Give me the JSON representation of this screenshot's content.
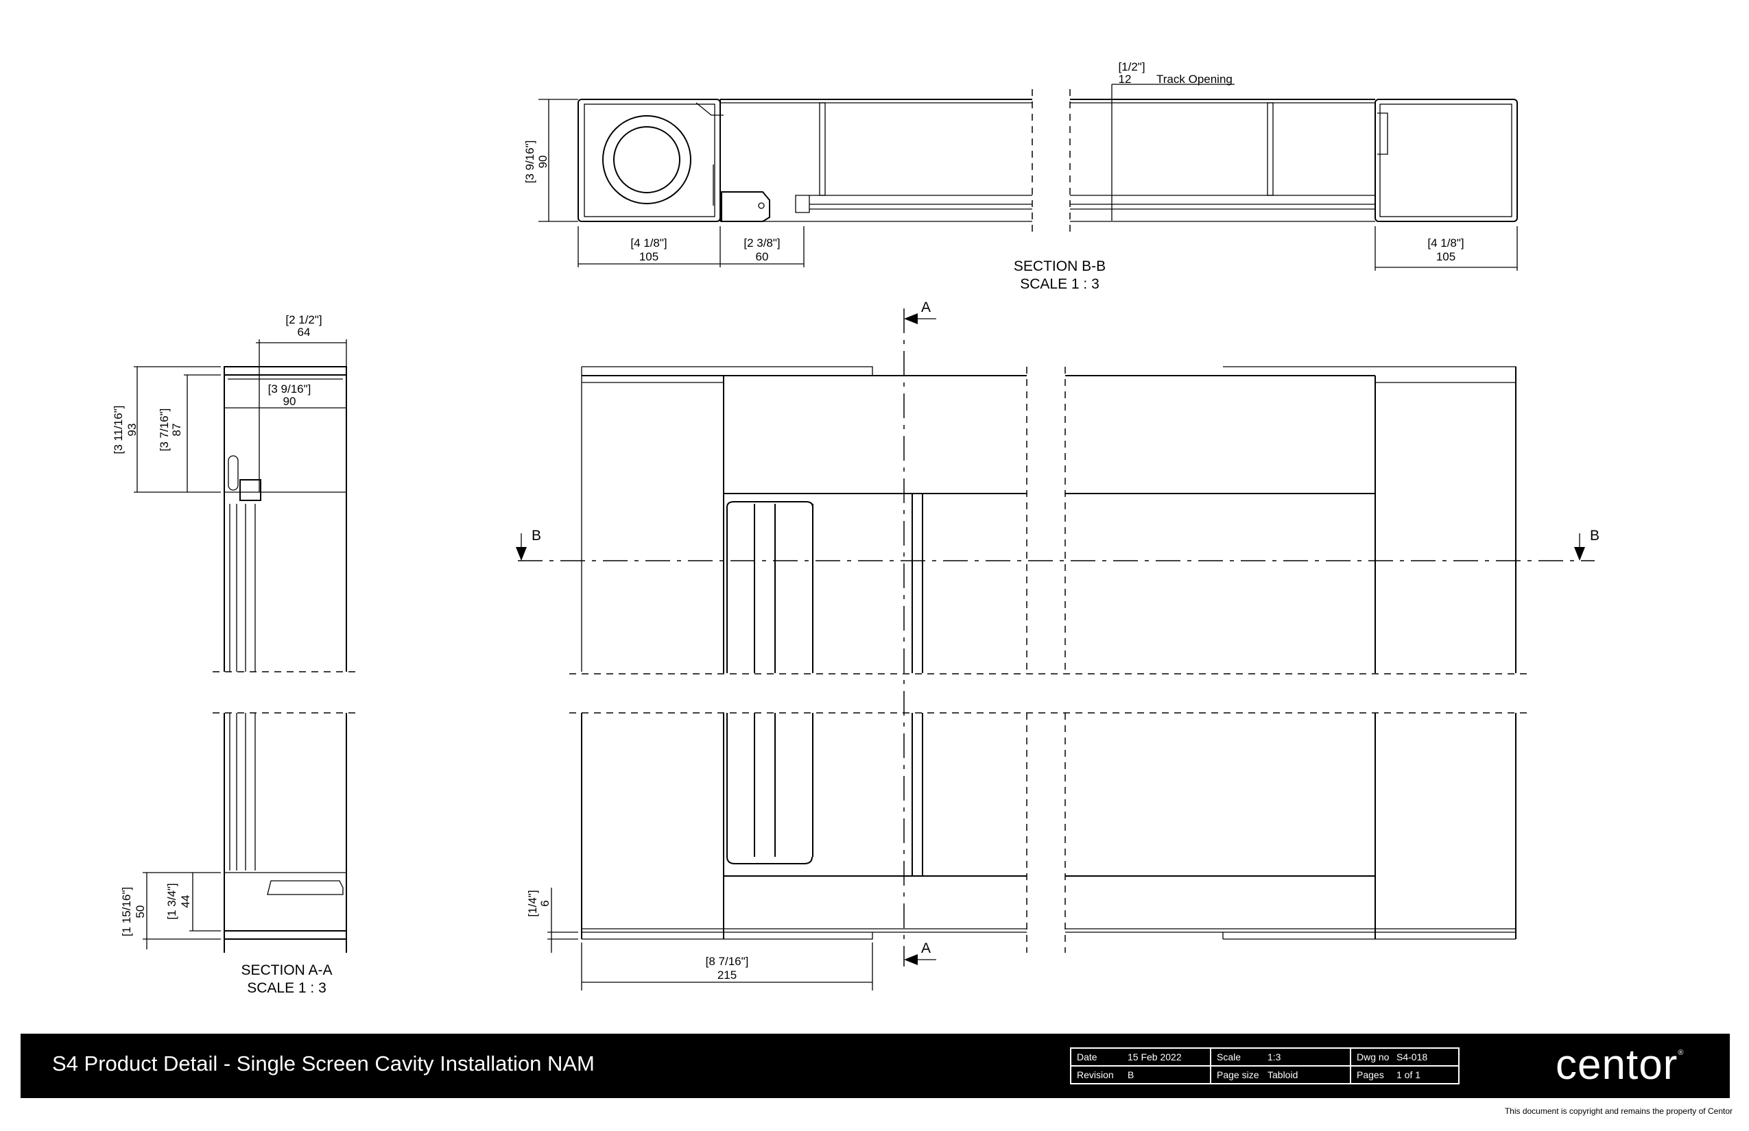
{
  "title_block": {
    "title": "S4 Product Detail - Single Screen Cavity Installation NAM",
    "fields": [
      [
        {
          "label": "Date",
          "value": "15 Feb 2022"
        },
        {
          "label": "Scale",
          "value": "1:3"
        },
        {
          "label": "Dwg no",
          "value": "S4-018"
        }
      ],
      [
        {
          "label": "Revision",
          "value": "B"
        },
        {
          "label": "Page size",
          "value": "Tabloid"
        },
        {
          "label": "Pages",
          "value": "1 of 1"
        }
      ]
    ],
    "logo": "centor",
    "logo_mark": "®",
    "copyright": "This document is copyright and remains the property of Centor"
  },
  "section_bb": {
    "title": "SECTION B-B",
    "scale": "SCALE 1 : 3",
    "dims": {
      "height_in": "[3 9/16\"]",
      "height_mm": "90",
      "left_housing_in": "[4 1/8\"]",
      "left_housing_mm": "105",
      "handle_in": "[2 3/8\"]",
      "handle_mm": "60",
      "right_housing_in": "[4 1/8\"]",
      "right_housing_mm": "105",
      "track_in": "[1/2\"]",
      "track_mm": "12",
      "track_label": "Track Opening"
    }
  },
  "section_aa": {
    "title": "SECTION A-A",
    "scale": "SCALE 1 : 3",
    "dims": {
      "top_width_in": "[2 1/2\"]",
      "top_width_mm": "64",
      "inner_width_in": "[3 9/16\"]",
      "inner_width_mm": "90",
      "outer_height_in": "[3 11/16\"]",
      "outer_height_mm": "93",
      "inner_height_in": "[3 7/16\"]",
      "inner_height_mm": "87",
      "sill_outer_in": "[1 15/16\"]",
      "sill_outer_mm": "50",
      "sill_inner_in": "[1 3/4\"]",
      "sill_inner_mm": "44"
    }
  },
  "elevation": {
    "cut_a": "A",
    "cut_b": "B",
    "dims": {
      "gap_in": "[1/4\"]",
      "gap_mm": "6",
      "flange_in": "[8 7/16\"]",
      "flange_mm": "215"
    }
  }
}
